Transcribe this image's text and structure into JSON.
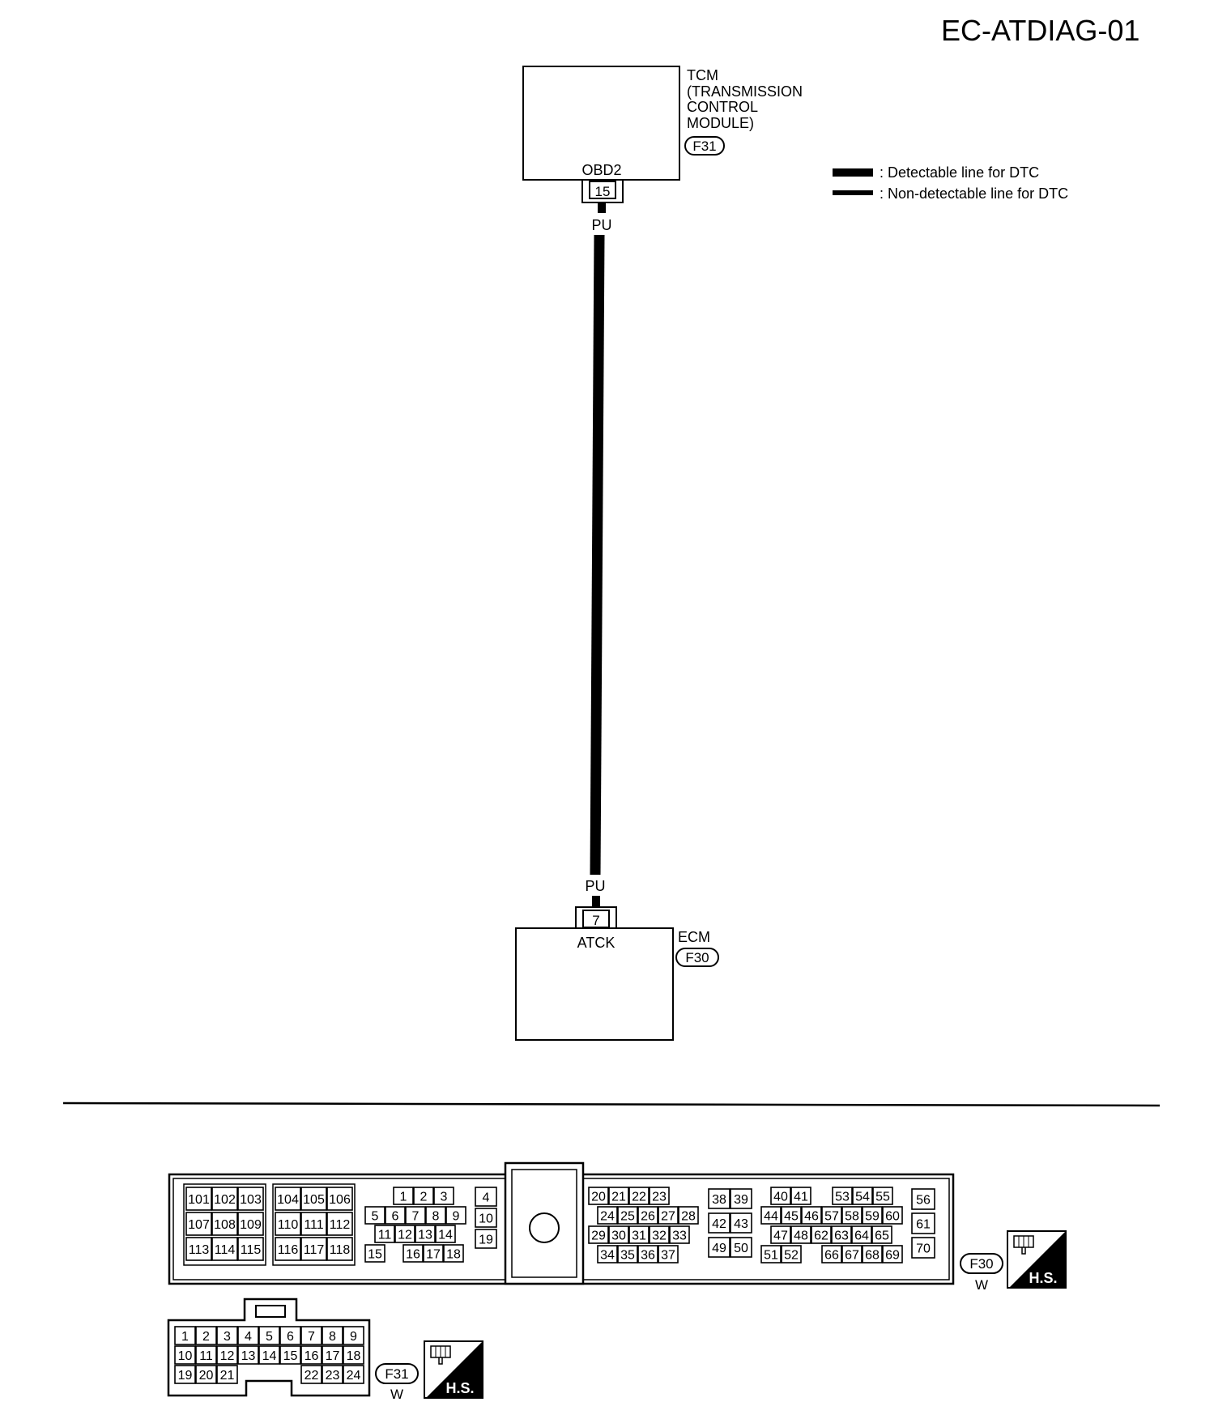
{
  "page_id": "EC-ATDIAG-01",
  "colors": {
    "ink": "#000000",
    "paper": "#ffffff"
  },
  "legend": {
    "detectable": ": Detectable line for DTC",
    "non_detectable": ": Non-detectable line for DTC"
  },
  "tcm": {
    "title_lines": [
      "TCM",
      "(TRANSMISSION",
      "CONTROL",
      "MODULE)"
    ],
    "connector": "F31",
    "terminal_name": "OBD2",
    "terminal": "15"
  },
  "ecm": {
    "title": "ECM",
    "connector": "F30",
    "terminal_name": "ATCK",
    "terminal": "7"
  },
  "wire": {
    "color_top": "PU",
    "color_bottom": "PU"
  },
  "connector_f30": {
    "id": "F30",
    "color": "W",
    "badge": "H.S.",
    "icon": "connector-face-icon",
    "groups": [
      [
        [
          "101",
          "102",
          "103"
        ],
        [
          "107",
          "108",
          "109"
        ],
        [
          "113",
          "114",
          "115"
        ]
      ],
      [
        [
          "104",
          "105",
          "106"
        ],
        [
          "110",
          "111",
          "112"
        ],
        [
          "116",
          "117",
          "118"
        ]
      ]
    ],
    "small_rows": [
      [
        "1",
        "2",
        "3"
      ],
      [
        "5",
        "6",
        "7",
        "8",
        "9"
      ],
      [
        "11",
        "12",
        "13",
        "14"
      ],
      [
        "15",
        "16",
        "17",
        "18"
      ]
    ],
    "col_a": [
      "4",
      "10",
      "19"
    ],
    "mid_rows": [
      [
        "20",
        "21",
        "22",
        "23"
      ],
      [
        "24",
        "25",
        "26",
        "27",
        "28"
      ],
      [
        "29",
        "30",
        "31",
        "32",
        "33"
      ],
      [
        "34",
        "35",
        "36",
        "37"
      ]
    ],
    "col_b": [
      [
        "38",
        "39"
      ],
      [
        "42",
        "43"
      ],
      [
        "49",
        "50"
      ]
    ],
    "right_rows": [
      [
        "40",
        "41",
        "53",
        "54",
        "55"
      ],
      [
        "44",
        "45",
        "46",
        "57",
        "58",
        "59",
        "60"
      ],
      [
        "47",
        "48",
        "62",
        "63",
        "64",
        "65"
      ],
      [
        "51",
        "52",
        "66",
        "67",
        "68",
        "69"
      ]
    ],
    "col_c": [
      "56",
      "61",
      "70"
    ]
  },
  "connector_f31": {
    "id": "F31",
    "color": "W",
    "badge": "H.S.",
    "icon": "connector-face-icon",
    "rows": [
      [
        "1",
        "2",
        "3",
        "4",
        "5",
        "6",
        "7",
        "8",
        "9"
      ],
      [
        "10",
        "11",
        "12",
        "13",
        "14",
        "15",
        "16",
        "17",
        "18"
      ],
      [
        "19",
        "20",
        "21",
        "22",
        "23",
        "24"
      ]
    ]
  }
}
